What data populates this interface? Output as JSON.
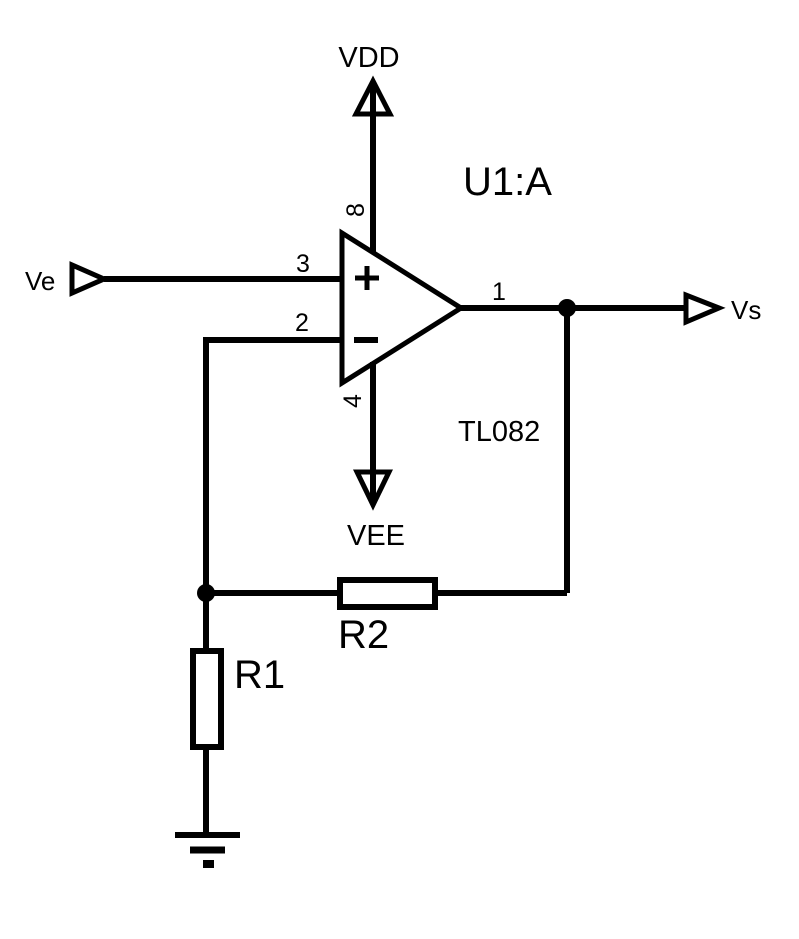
{
  "schematic": {
    "background_color": "#ffffff",
    "ink_color": "#000000",
    "opamp": {
      "ref": "U1:A",
      "value": "TL082",
      "plus_icon": "+",
      "minus_icon": "−"
    },
    "pins": {
      "noninverting": "3",
      "inverting": "2",
      "output": "1",
      "vplus": "8",
      "vminus": "4"
    },
    "power": {
      "positive_rail": "VDD",
      "negative_rail": "VEE"
    },
    "terminals": {
      "input": "Ve",
      "output": "Vs"
    },
    "resistors": {
      "feedback_ref": "R2",
      "ground_ref": "R1"
    }
  }
}
